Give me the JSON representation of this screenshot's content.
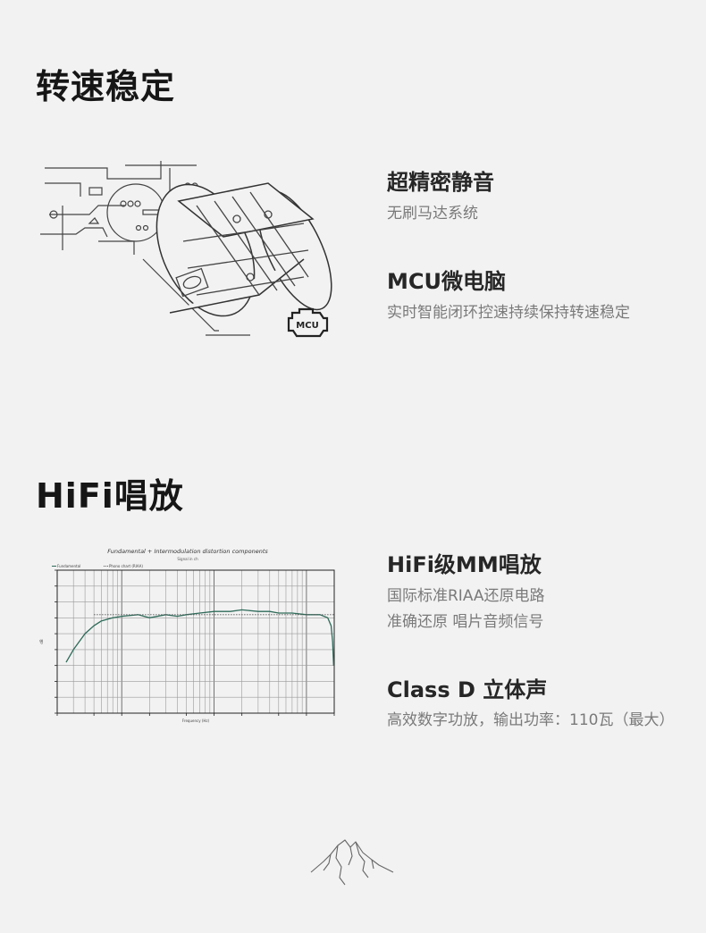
{
  "sections": [
    {
      "title": "转速稳定",
      "features": [
        {
          "title": "超精密静音",
          "desc": [
            "无刷马达系统"
          ]
        },
        {
          "title": "MCU微电脑",
          "desc": [
            "实时智能闭环控速持续保持转速稳定"
          ]
        }
      ],
      "illustration": {
        "badge": "MCU"
      }
    },
    {
      "title": "HiFi唱放",
      "features": [
        {
          "title": "HiFi级MM唱放",
          "desc": [
            "国际标准RIAA还原电路",
            "准确还原 唱片音频信号"
          ]
        },
        {
          "title": "Class D 立体声",
          "desc": [
            "高效数字功放，输出功率：110瓦（最大）"
          ]
        }
      ]
    }
  ],
  "chart_data": {
    "type": "line",
    "title": "Fundamental + Intermodulation distortion components",
    "subtitle": "Signal in ch",
    "legend": [
      "Fundamental",
      "Phono chart (RIAA)"
    ],
    "xlabel": "Frequency (Hz)",
    "ylabel": "dB",
    "x_scale": "log",
    "xlim": [
      20,
      20000
    ],
    "ylim": [
      -70,
      20
    ],
    "series": [
      {
        "name": "Fundamental",
        "color": "#2f6b5a",
        "x": [
          25,
          30,
          40,
          50,
          60,
          80,
          100,
          150,
          200,
          300,
          400,
          500,
          700,
          1000,
          1500,
          2000,
          3000,
          4000,
          5000,
          7000,
          10000,
          14000,
          17000,
          18500,
          19200,
          19700
        ],
        "y": [
          -38,
          -30,
          -20,
          -15,
          -12,
          -10,
          -9,
          -8,
          -10,
          -8,
          -9,
          -8,
          -7,
          -6,
          -6,
          -5,
          -6,
          -6,
          -7,
          -7,
          -8,
          -8,
          -10,
          -15,
          -25,
          -40
        ]
      },
      {
        "name": "Phono chart (RIAA)",
        "color": "#555555",
        "dashed": true,
        "x": [
          50,
          20000
        ],
        "y": [
          -8,
          -8
        ]
      }
    ]
  },
  "logo": {
    "icon": "mountain-logo-icon"
  }
}
